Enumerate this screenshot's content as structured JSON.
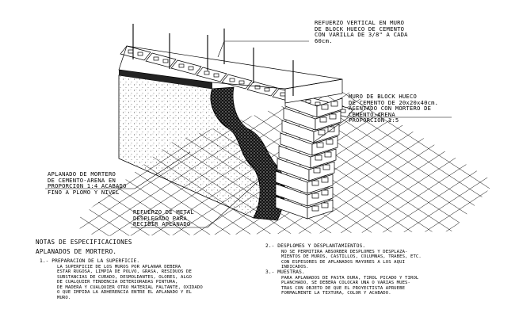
{
  "callouts": {
    "refuerzo_vertical": [
      "REFUERZO VERTICAL EN MURO",
      "DE BLOCK HUECO DE CEMENTO",
      "CON VARILLA DE 3/8\" A CADA",
      "60cm."
    ],
    "muro_block": [
      "MURO DE BLOCK HUECO",
      "DE CEMENTO DE 20x20x40cm.",
      "ASENTADO CON MORTERO DE",
      "CEMENTO-ARENA",
      "PROPORCION 1:5"
    ],
    "aplanado": [
      "APLANADO DE MORTERO",
      "DE CEMENTO-ARENA EN",
      "PROPORCION 1:4 ACABADO",
      "FINO A PLOMO Y NIVEL"
    ],
    "refuerzo_metal": [
      "REFUERZO DE METAL",
      "DESPLEGADO PARA",
      "RECIBIR APLANADO"
    ]
  },
  "notes": {
    "title": "NOTAS DE ESPECIFICACIONES",
    "subtitle": "APLANADOS DE MORTERO.",
    "item1_heading": "1.- PREPARACION DE LA SUPERFICIE.",
    "item1_body": [
      "LA SUPERFICIE DE LOS MUROS POR APLANAR DEBERA",
      "ESTAR RUGOSA, LIMPIA DE POLVO, GRASA, RESIDUOS DE",
      "SUBSTANCIAS DE CURADO, DESMOLDANTES, OLORES, ALGO",
      "DE CUALQUIER TENDENCIA DETERIORADAS PINTURA,",
      "DE MADERA Y CUALQUIER OTRO MATERIAL FALTANTE, OXIDADO",
      "O QUE IMPIDA LA ADHERENCIA ENTRE EL APLANADO Y EL",
      "MURO."
    ],
    "item2_heading": "2.- DESPLOMES Y DESPLANTAMIENTOS.",
    "item2_body": [
      "NO SE PERMITIRA ABSORBER DESPLOMES Y DESPLAZA-",
      "MIENTOS DE MUROS, CASTILLOS, COLUMNAS, TRABES, ETC.",
      "CON ESPESORES DE APLANADOS MAYORES A LOS AQUI",
      "INDICADOS."
    ],
    "item3_heading": "3.- MUESTRAS.",
    "item3_body": [
      "PARA APLANADOS DE PASTA DURA, TIROL PICADO Y TIROL",
      "PLANCHADO, SE DEBERA COLOCAR UNA O VARIAS MUES-",
      "TRAS CON OBJETO DE QUE EL PROYECTISTA APRUEBE",
      "FORMALMENTE LA TEXTURA, COLOR Y ACABADO."
    ]
  }
}
